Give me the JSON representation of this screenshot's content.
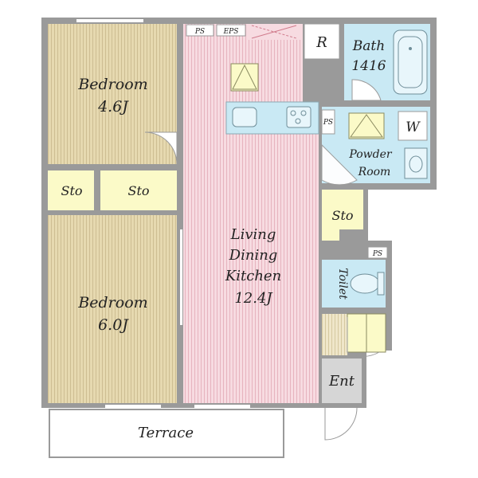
{
  "rooms": {
    "bedroom_top": {
      "name": "Bedroom",
      "size": "4.6J"
    },
    "bedroom_bottom": {
      "name": "Bedroom",
      "size": "6.0J"
    },
    "ldk": {
      "line1": "Living",
      "line2": "Dining",
      "line3": "Kitchen",
      "size": "12.4J"
    },
    "bath": {
      "name": "Bath",
      "size": "1416"
    },
    "powder": {
      "line1": "Powder",
      "line2": "Room"
    },
    "toilet": "Toilet",
    "entrance": "Ent",
    "terrace": "Terrace"
  },
  "storage": {
    "sto": "Sto"
  },
  "fixtures": {
    "ps": "PS",
    "eps": "EPS",
    "refrigerator": "R",
    "washer": "W"
  },
  "colors": {
    "wall": "#9a9a9a",
    "bedroom_floor": "#e6d9b0",
    "ldk_floor": "#f6d6dc",
    "storage": "#fbfac8",
    "wet_area": "#c9e9f4",
    "entrance": "#d6d6d6",
    "stripe_bed": "#c9b98d",
    "stripe_ldk": "#e7b4bf"
  }
}
